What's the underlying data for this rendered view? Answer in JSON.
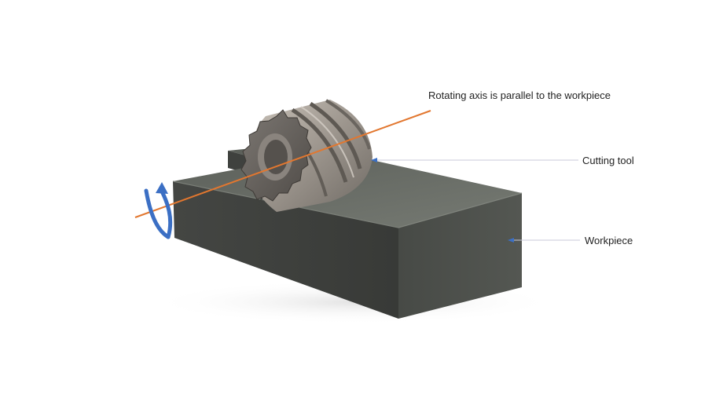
{
  "labels": {
    "axis": "Rotating axis is parallel to the workpiece",
    "cutting_tool": "Cutting tool",
    "workpiece": "Workpiece"
  },
  "colors": {
    "axis_line": "#e2772f",
    "rotation_arrow": "#3b6fc4",
    "leader_line": "#c8c8d8",
    "leader_arrow": "#3b6fc4",
    "workpiece_top": "#6c7069",
    "workpiece_front": "#3c3e3b",
    "workpiece_right": "#4b4e4a",
    "tool_metal": "#9b948c"
  },
  "icons": [
    "rotation-arrow-icon",
    "leader-arrow-icon"
  ]
}
